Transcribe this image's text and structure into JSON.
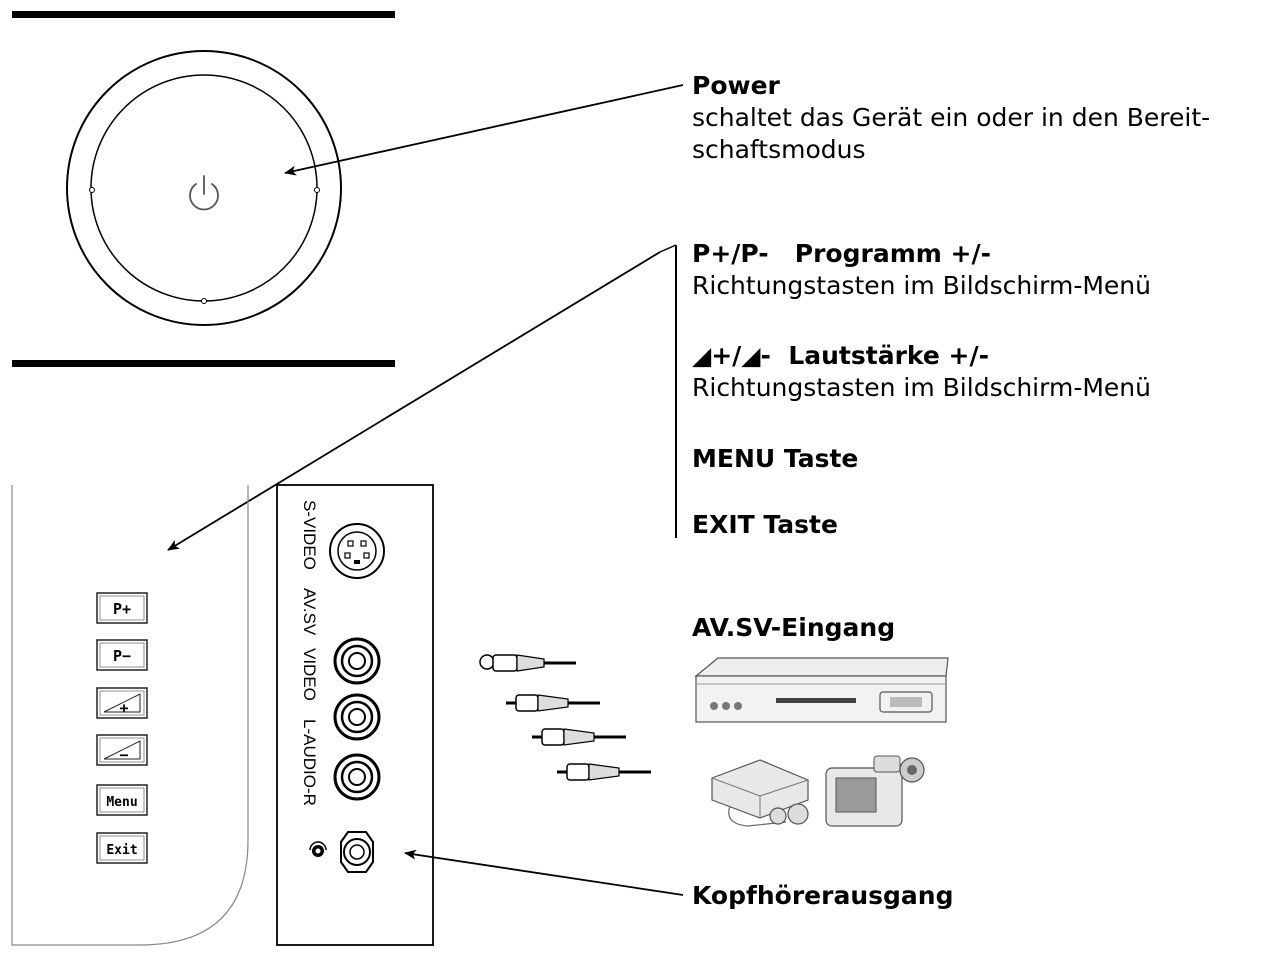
{
  "power": {
    "title": "Power",
    "desc_line1": "schaltet das Gerät ein oder in den Bereit-",
    "desc_line2": "schaftsmodus"
  },
  "program": {
    "title": "P+/P-   Programm +/-",
    "desc": "Richtungstasten im Bildschirm-Menü"
  },
  "volume": {
    "title": "◢+/◢-  Lautstärke +/-",
    "desc": "Richtungstasten im Bildschirm-Menü"
  },
  "menu_key": {
    "title": "MENU Taste"
  },
  "exit_key": {
    "title": "EXIT Taste"
  },
  "av_input": {
    "title": "AV.SV-Eingang"
  },
  "headphone": {
    "title": "Kopfhörerausgang"
  },
  "device_buttons": {
    "p_plus": "P+",
    "p_minus": "P−",
    "vol_plus": "+",
    "vol_minus": "−",
    "menu": "Menu",
    "exit": "Exit"
  },
  "port_labels": {
    "s_video": "S-VIDEO",
    "av_sv": "AV.SV",
    "video": "VIDEO",
    "audio": "L-AUDIO-R"
  }
}
